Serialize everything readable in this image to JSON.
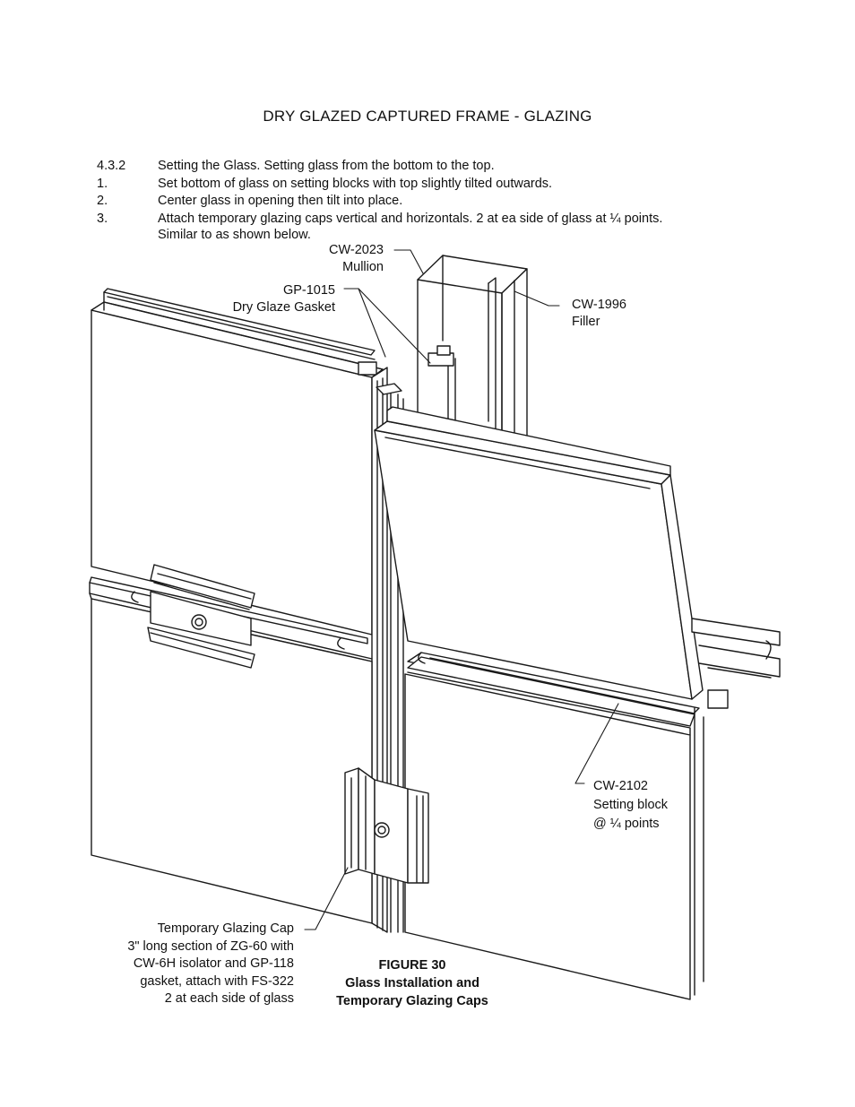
{
  "title": "DRY GLAZED CAPTURED FRAME - GLAZING",
  "steps": [
    {
      "num": "4.3.2",
      "text": "Setting the Glass. Setting glass from the bottom to the top."
    },
    {
      "num": "1.",
      "text": "Set bottom of glass on setting blocks with top slightly tilted outwards."
    },
    {
      "num": "2.",
      "text": "Center glass in opening then tilt into place."
    },
    {
      "num": "3.",
      "text": "Attach temporary glazing caps vertical  and horizontals. 2 at ea side of glass at ¼ points.",
      "text2": "Similar to as shown below."
    }
  ],
  "callouts": {
    "mullion": {
      "line1": "CW-2023",
      "line2": "Mullion"
    },
    "gasket": {
      "line1": "GP-1015",
      "line2": "Dry Glaze Gasket"
    },
    "filler": {
      "line1": "CW-1996",
      "line2": "Filler"
    },
    "setting_block": {
      "line1": "CW-2102",
      "line2": "Setting block",
      "line3": "@ ¼ points"
    },
    "temp_cap": {
      "line1": "Temporary  Glazing Cap",
      "line2": "3\" long section of ZG-60 with",
      "line3": "CW-6H isolator and GP-118",
      "line4": "gasket, attach with FS-322",
      "line5": "2 at each side of  glass"
    }
  },
  "figure": {
    "number": "FIGURE 30",
    "caption1": "Glass Installation and",
    "caption2": "Temporary Glazing Caps"
  }
}
